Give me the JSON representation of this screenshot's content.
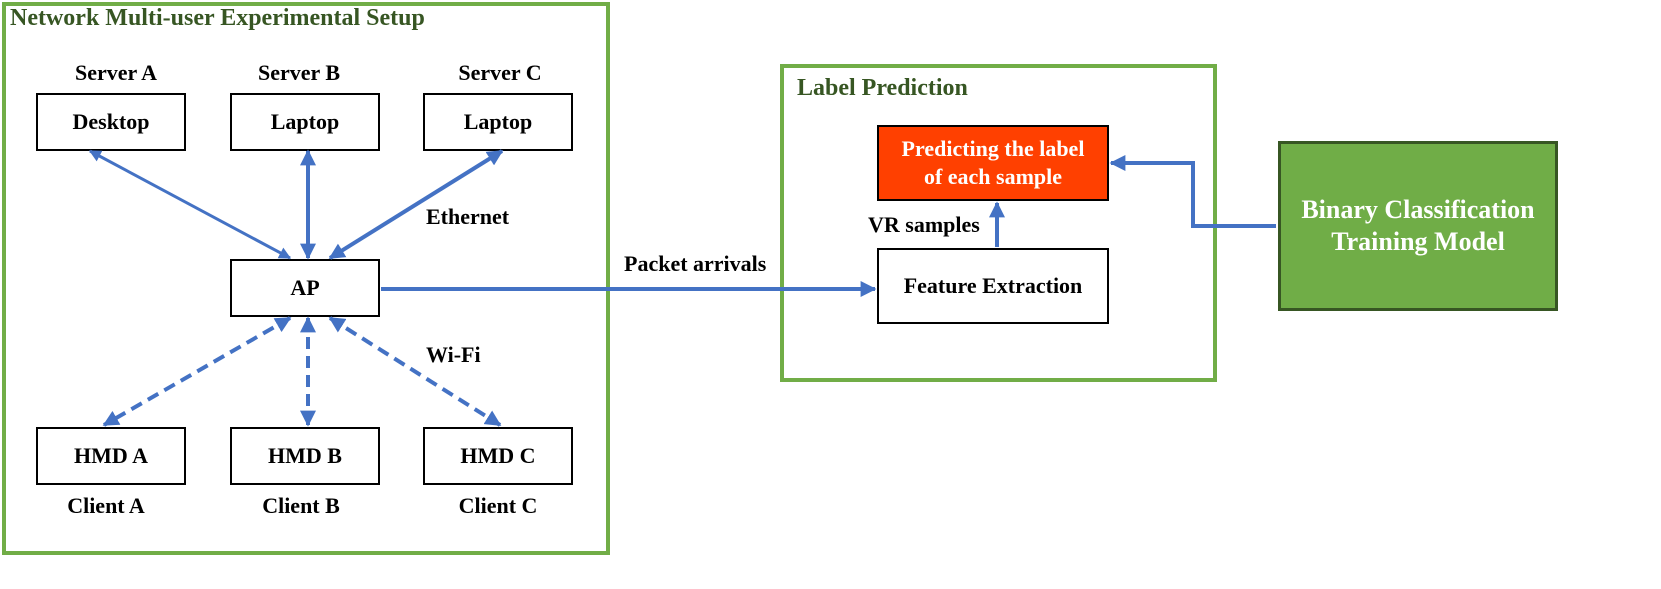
{
  "panels": {
    "network": {
      "title": "Network Multi-user Experimental Setup"
    },
    "label_prediction": {
      "title": "Label Prediction"
    }
  },
  "servers": [
    {
      "name": "Server A",
      "device": "Desktop"
    },
    {
      "name": "Server B",
      "device": "Laptop"
    },
    {
      "name": "Server C",
      "device": "Laptop"
    }
  ],
  "access_point": "AP",
  "clients": [
    {
      "name": "Client A",
      "device": "HMD A"
    },
    {
      "name": "Client B",
      "device": "HMD B"
    },
    {
      "name": "Client C",
      "device": "HMD C"
    }
  ],
  "links": {
    "ethernet": "Ethernet",
    "wifi": "Wi-Fi",
    "packet_arrivals": "Packet arrivals",
    "vr_samples": "VR samples"
  },
  "prediction": {
    "predict_line1": "Predicting the label",
    "predict_line2": "of each sample",
    "feature_extraction": "Feature Extraction"
  },
  "training_model": {
    "line1": "Binary Classification",
    "line2": "Training Model"
  },
  "colors": {
    "frame_border": "#71ad47",
    "frame_title": "#375623",
    "arrow": "#4472c4",
    "predict_fill": "#ff4000",
    "training_fill": "#70ad47",
    "training_border": "#375623"
  }
}
